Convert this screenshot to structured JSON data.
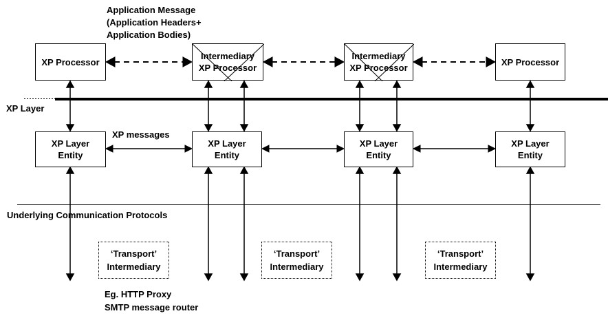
{
  "diagram": {
    "title": "XP layering diagram",
    "colors": {
      "line": "#000000",
      "background": "#ffffff",
      "text": "#000000"
    }
  },
  "notes": {
    "application_message": "Application Message\n(Application Headers+\nApplication Bodies)",
    "example": "Eg. HTTP Proxy\nSMTP message router"
  },
  "labels": {
    "xp_layer": "XP Layer",
    "xp_messages": "XP messages",
    "underlying": "Underlying Communication Protocols"
  },
  "processors": [
    {
      "label": "XP Processor",
      "intermediary": false
    },
    {
      "label": "Intermediary\nXP Processor",
      "intermediary": true
    },
    {
      "label": "Intermediary\nXP Processor",
      "intermediary": true
    },
    {
      "label": "XP Processor",
      "intermediary": false
    }
  ],
  "entities": [
    {
      "label": "XP Layer\nEntity"
    },
    {
      "label": "XP Layer\nEntity"
    },
    {
      "label": "XP Layer\nEntity"
    },
    {
      "label": "XP Layer\nEntity"
    }
  ],
  "transports": [
    {
      "label": "‘Transport’\nIntermediary"
    },
    {
      "label": "‘Transport’\nIntermediary"
    },
    {
      "label": "‘Transport’\nIntermediary"
    }
  ]
}
